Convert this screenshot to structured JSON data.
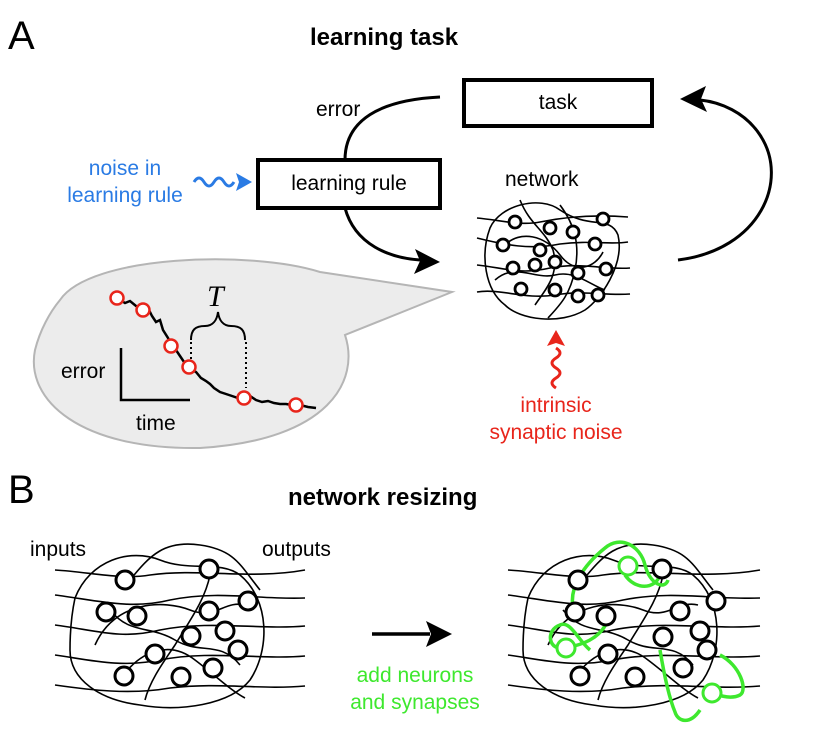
{
  "panel_a": {
    "letter": "A",
    "title": "learning task",
    "error_label": "error",
    "task_box": "task",
    "learning_rule_box": "learning rule",
    "network_label": "network",
    "noise_learning_rule": [
      "noise in",
      "learning rule"
    ],
    "intrinsic_noise": [
      "intrinsic",
      "synaptic noise"
    ],
    "inset": {
      "period_label": "T",
      "y_axis": "error",
      "x_axis": "time"
    }
  },
  "panel_b": {
    "letter": "B",
    "title": "network resizing",
    "inputs_label": "inputs",
    "outputs_label": "outputs",
    "add_label": [
      "add neurons",
      "and synapses"
    ]
  },
  "colors": {
    "blue": "#2a7be4",
    "red": "#e8251b",
    "green": "#3ee82e",
    "bubble": "#ececec"
  }
}
